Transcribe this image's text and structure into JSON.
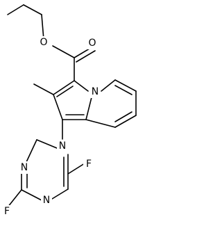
{
  "molecule": {
    "atoms": {
      "o_ether": "O",
      "o_carbonyl": "O",
      "n_bridge": "N",
      "n_triazine_1": "N",
      "n_triazine_3": "N",
      "n_triazine_5": "N",
      "f_top": "F",
      "f_bottom": "F"
    }
  }
}
